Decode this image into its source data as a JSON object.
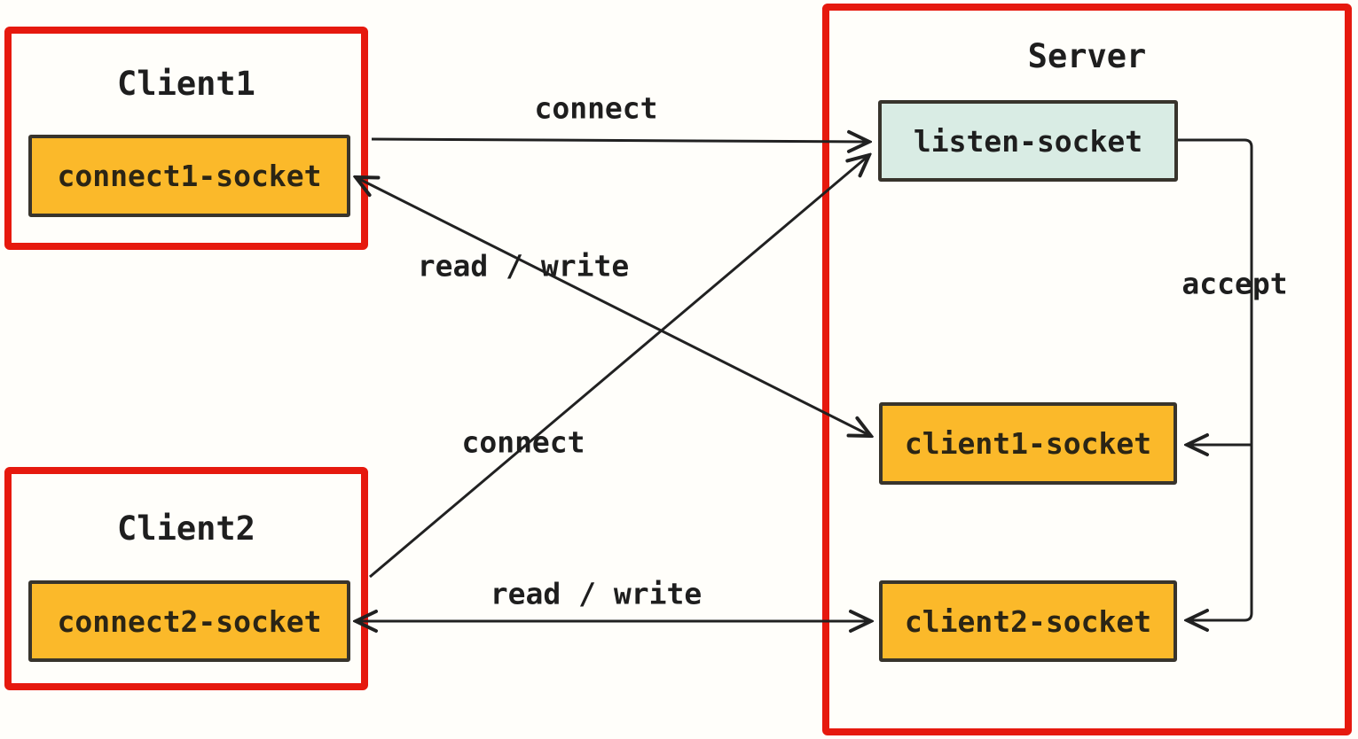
{
  "diagram": {
    "title": "client-server socket connection diagram",
    "groups": {
      "client1": {
        "title": "Client1",
        "socket": "connect1-socket"
      },
      "client2": {
        "title": "Client2",
        "socket": "connect2-socket"
      },
      "server": {
        "title": "Server",
        "listen_socket": "listen-socket",
        "client1_socket": "client1-socket",
        "client2_socket": "client2-socket"
      }
    },
    "labels": {
      "connect_top": "connect",
      "read_write_top": "read / write",
      "connect_mid": "connect",
      "read_write_bottom": "read / write",
      "accept": "accept"
    },
    "edges": [
      {
        "from": "Client1",
        "to": "listen-socket",
        "label": "connect",
        "direction": "one-way"
      },
      {
        "from": "connect1-socket",
        "to": "client1-socket",
        "label": "read / write",
        "direction": "two-way"
      },
      {
        "from": "Client2",
        "to": "listen-socket",
        "label": "connect",
        "direction": "one-way"
      },
      {
        "from": "connect2-socket",
        "to": "client2-socket",
        "label": "read / write",
        "direction": "two-way"
      },
      {
        "from": "listen-socket",
        "to": "client1-socket",
        "label": "accept",
        "direction": "one-way"
      },
      {
        "from": "listen-socket",
        "to": "client2-socket",
        "label": "accept",
        "direction": "one-way"
      }
    ],
    "colors": {
      "group_border": "#e6190e",
      "socket_fill_orange": "#fbb92a",
      "socket_fill_mint": "#d9ece4",
      "line": "#212121",
      "background": "#fffefa"
    }
  }
}
